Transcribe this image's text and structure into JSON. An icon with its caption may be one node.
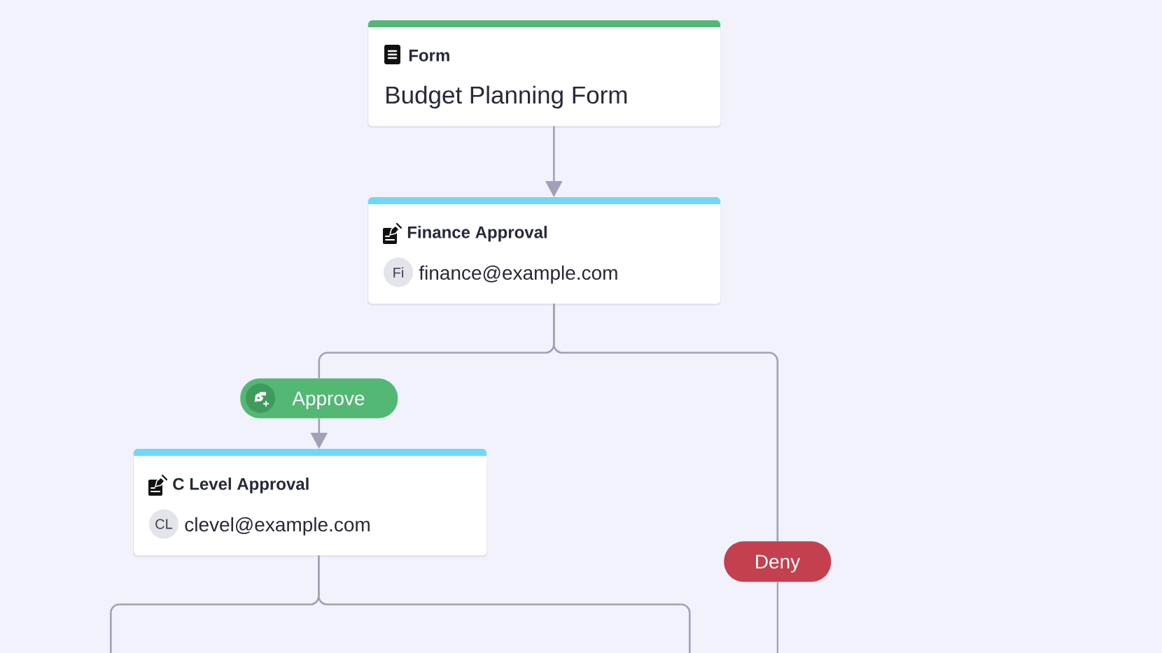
{
  "diagram": {
    "nodes": [
      {
        "text": [
          "Form",
          "Budget Planning Form"
        ]
      },
      {
        "text": [
          "Finance Approval",
          "finance@example.com"
        ]
      },
      {
        "text": [
          "Fi"
        ],
        "in": 1
      },
      {
        "text": [
          "Approve"
        ]
      },
      {
        "text": [
          "C Level Approval",
          "clevel@example.com"
        ]
      },
      {
        "text": [
          "CL"
        ],
        "in": 4
      },
      {
        "text": [
          "Deny"
        ]
      }
    ],
    "edges": [
      {
        "from": 0,
        "to": 1,
        "arrow": "to"
      },
      {
        "from": 1,
        "to": 3,
        "arrow": "none"
      },
      {
        "from": 1,
        "to": 6,
        "arrow": "none"
      },
      {
        "from": 3,
        "to": 4,
        "arrow": "to"
      },
      {
        "from": 6,
        "to": null,
        "arrow": "none"
      },
      {
        "from": 4,
        "to": null,
        "arrow": "none"
      },
      {
        "from": 4,
        "to": null,
        "arrow": "none"
      }
    ]
  }
}
